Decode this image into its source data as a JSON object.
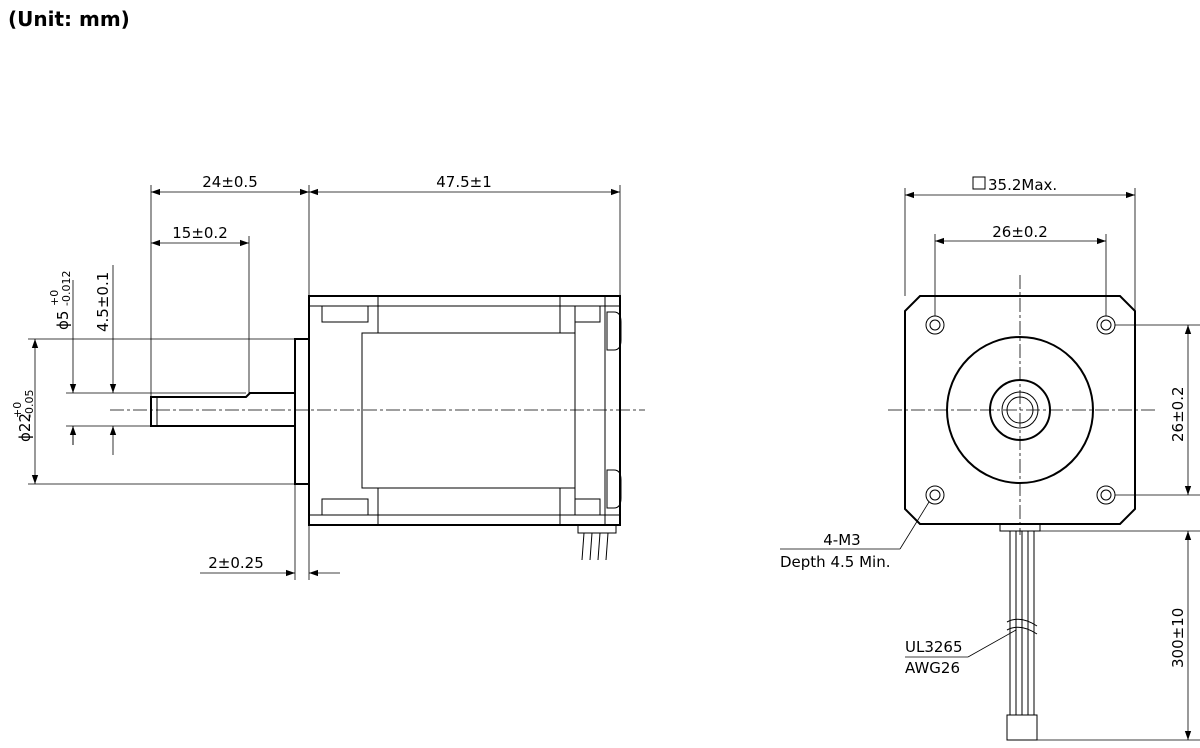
{
  "unit_title": "(Unit: mm)",
  "side_view": {
    "shaft_length": "24±0.5",
    "body_length": "47.5±1",
    "flat_length": "15±0.2",
    "flat_depth": "4.5±0.1",
    "shaft_diameter_main": "ϕ5",
    "shaft_diameter_tol_upper": "+0",
    "shaft_diameter_tol_lower": "-0.012",
    "boss_diameter_main": "ϕ22",
    "boss_diameter_tol_upper": "+0",
    "boss_diameter_tol_lower": "-0.05",
    "boss_length": "2±0.25"
  },
  "front_view": {
    "flange_size": "35.2Max.",
    "hole_spacing_h": "26±0.2",
    "hole_spacing_v": "26±0.2",
    "thread_spec": "4-M3",
    "thread_depth": "Depth 4.5 Min.",
    "lead_length": "300±10",
    "wire_type": "UL3265",
    "wire_gauge": "AWG26"
  }
}
